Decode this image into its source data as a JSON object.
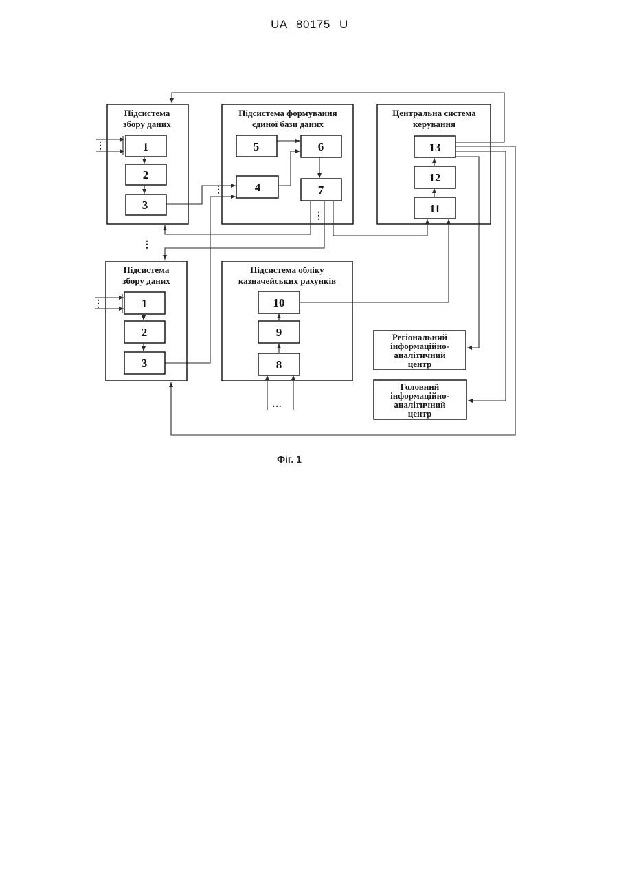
{
  "header": {
    "doc_number": "UA 80175 U"
  },
  "caption": "Фіг. 1",
  "subsystems": {
    "collect_top": {
      "title_line1": "Підсистема",
      "title_line2": "збору даних"
    },
    "db_forming": {
      "title_line1": "Підсистема формування",
      "title_line2": "єдиної бази даних"
    },
    "central": {
      "title_line1": "Центральна система",
      "title_line2": "керування"
    },
    "collect_bottom": {
      "title_line1": "Підсистема",
      "title_line2": "збору даних"
    },
    "treasury": {
      "title_line1": "Підсистема обліку",
      "title_line2": "казначейських рахунків"
    },
    "regional_center": {
      "line1": "Регіональний",
      "line2": "інформаційно-",
      "line3": "аналітичний",
      "line4": "центр"
    },
    "main_center": {
      "line1": "Головний",
      "line2": "інформаційно-",
      "line3": "аналітичний",
      "line4": "центр"
    }
  },
  "blocks": {
    "b1_top": "1",
    "b2_top": "2",
    "b3_top": "3",
    "b1_bottom": "1",
    "b2_bottom": "2",
    "b3_bottom": "3",
    "b4": "4",
    "b5": "5",
    "b6": "6",
    "b7": "7",
    "b8": "8",
    "b9": "9",
    "b10": "10",
    "b11": "11",
    "b12": "12",
    "b13": "13"
  },
  "ellipsis": {
    "vertical": "⋮",
    "horizontal": "…"
  }
}
